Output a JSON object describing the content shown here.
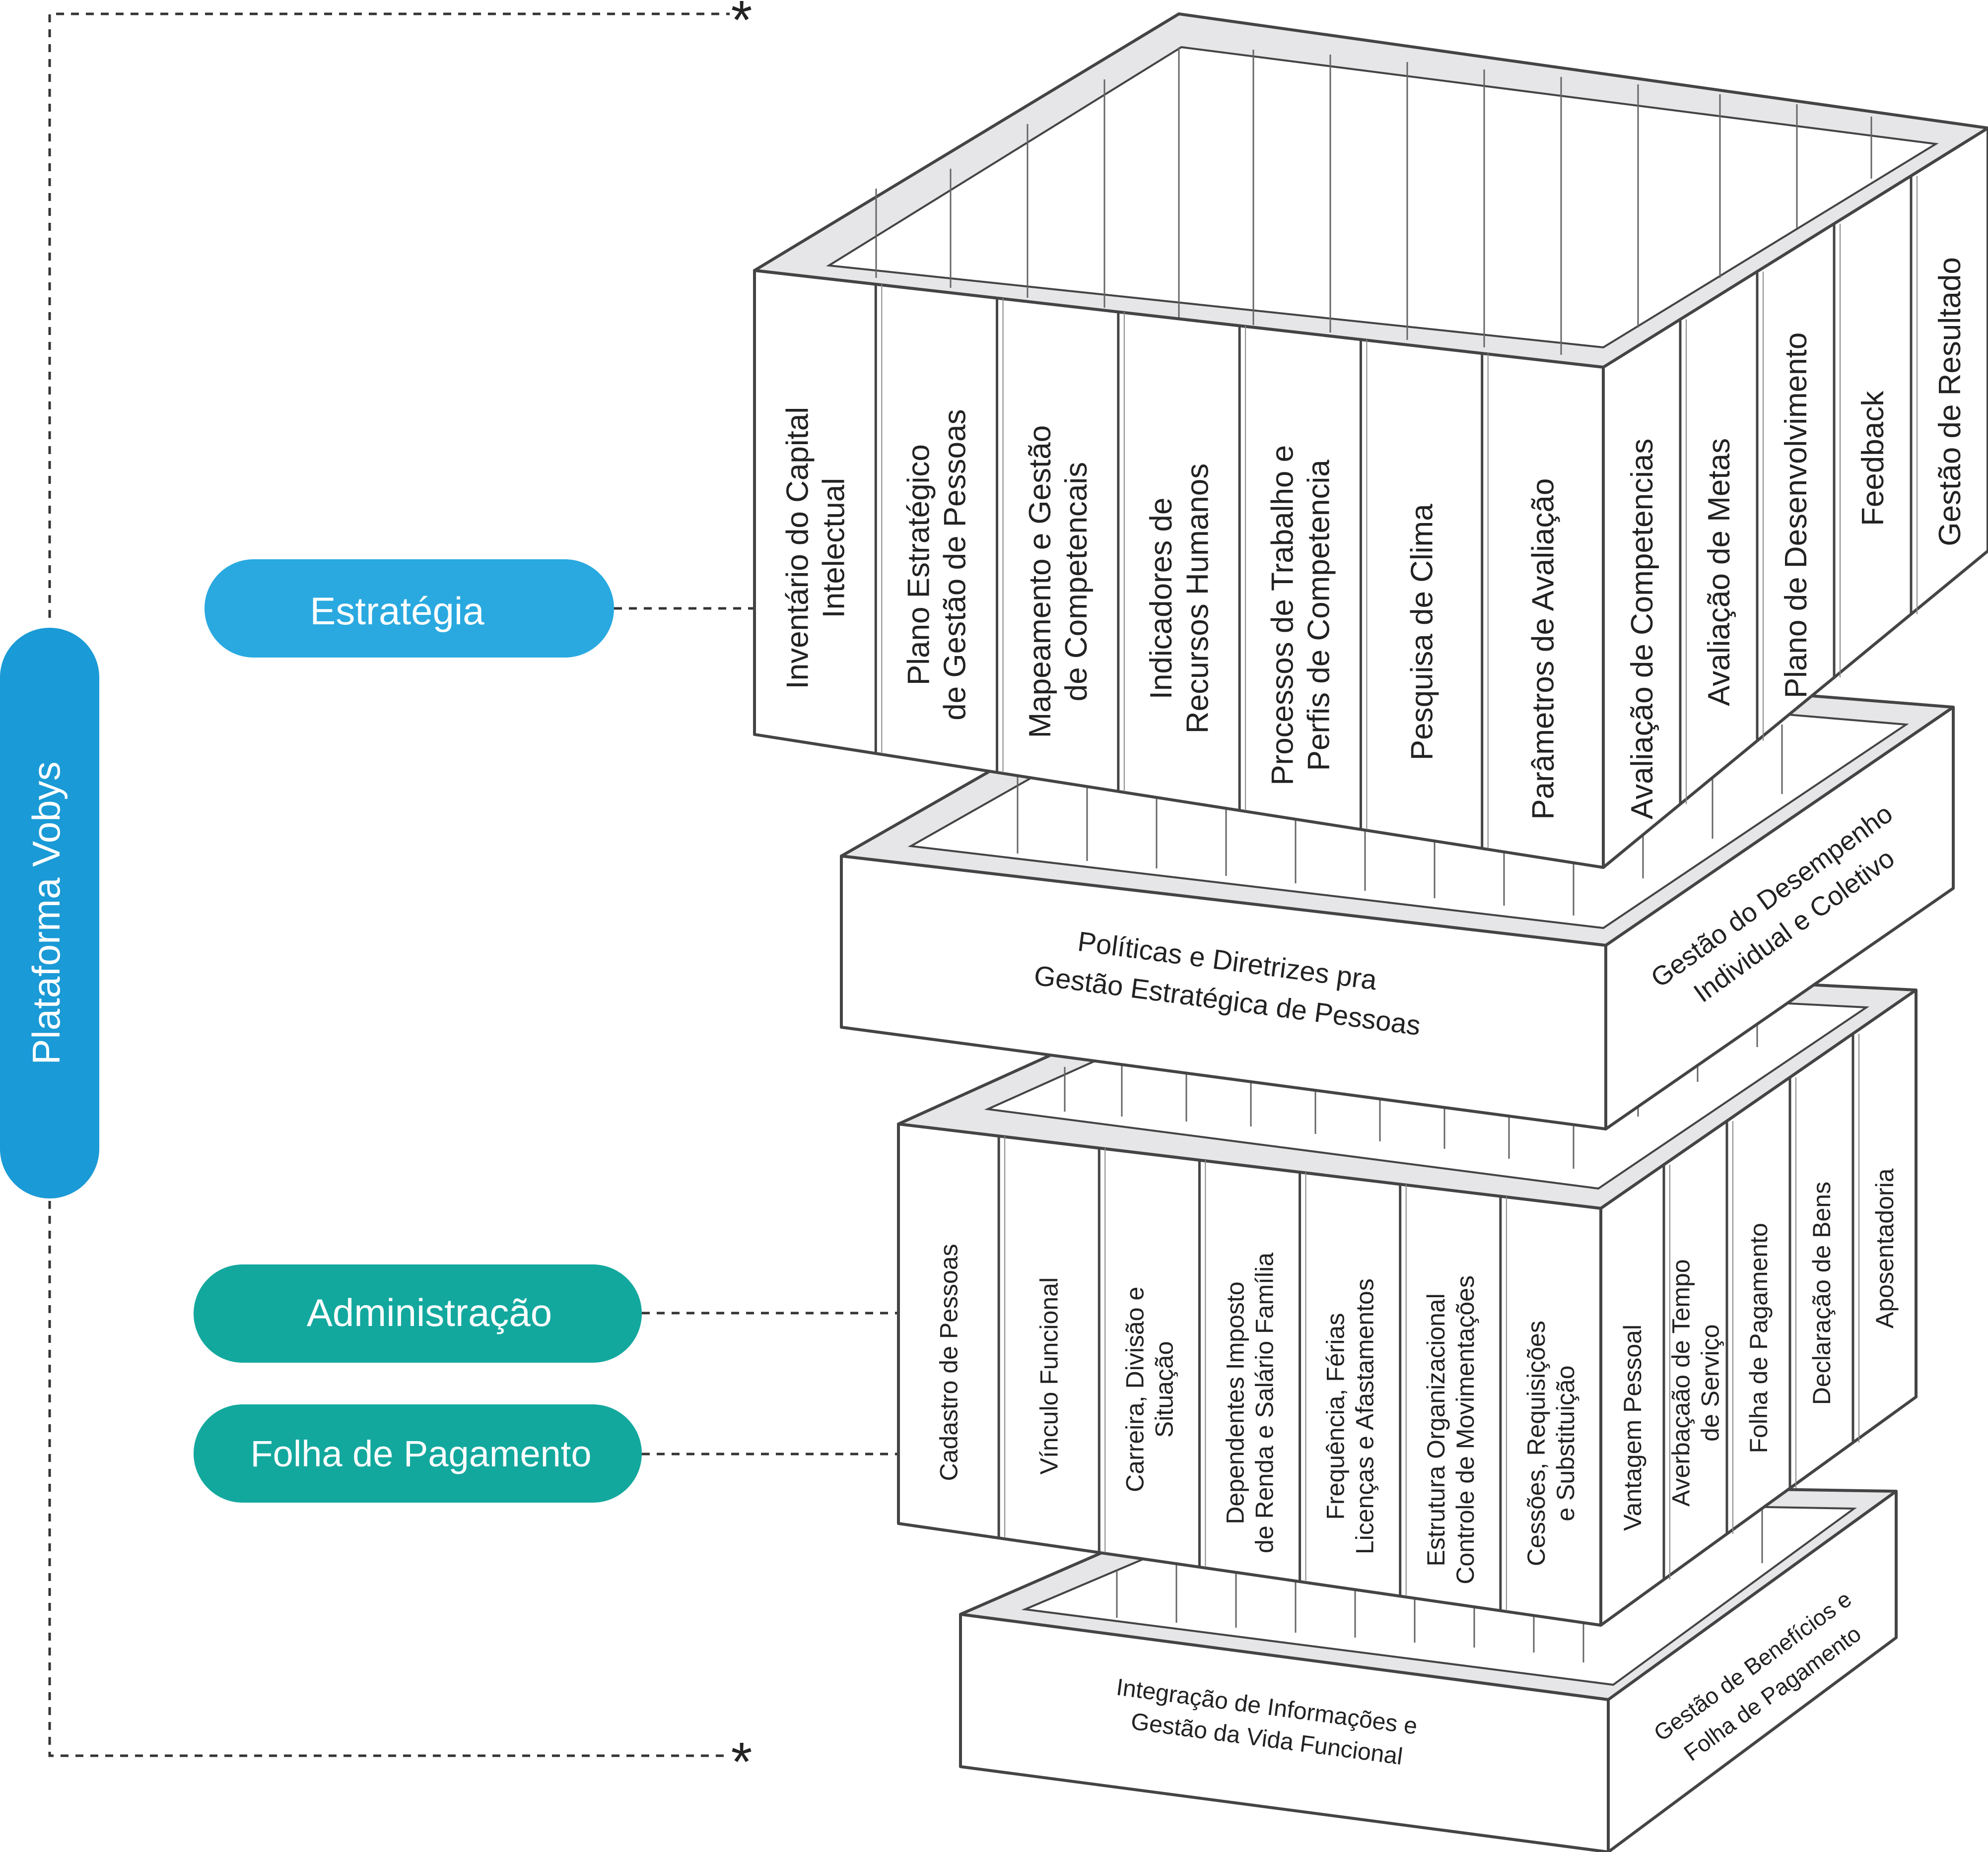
{
  "platform": {
    "label": "Plataforma Vobys",
    "color": "#1a9ad6",
    "marker": "*"
  },
  "pills": {
    "estrategia": {
      "label": "Estratégia",
      "color": "#29a9e0"
    },
    "administracao": {
      "label": "Administração",
      "color": "#13a89e"
    },
    "folha": {
      "label": "Folha de Pagamento",
      "color": "#13a89e"
    }
  },
  "blocks": {
    "strategy_box": {
      "front_modules": [
        [
          "Inventário do Capital",
          "Intelectual"
        ],
        [
          "Plano Estratégico",
          "de Gestão de Pessoas"
        ],
        [
          "Mapeamento e Gestão",
          "de Competencais"
        ],
        [
          "Indicadores de",
          "Recursos Humanos"
        ],
        [
          "Processos de Trabalho e",
          "Perfis de Competencia"
        ],
        [
          "Pesquisa de Clima"
        ],
        [
          "Parâmetros de Avaliação"
        ]
      ],
      "side_modules": [
        [
          "Avaliação de Competencias"
        ],
        [
          "Avaliação de Metas"
        ],
        [
          "Plano de Desenvolvimento"
        ],
        [
          "Feedback"
        ],
        [
          "Gestão de Resultado"
        ]
      ]
    },
    "strategy_base": {
      "front_lines": [
        "Políticas e Diretrizes pra",
        "Gestão Estratégica de Pessoas"
      ],
      "side_lines": [
        "Gestão do Desempenho",
        "Individual e Coletivo"
      ]
    },
    "admin_box": {
      "front_modules": [
        [
          "Cadastro de Pessoas"
        ],
        [
          "Vínculo Funcional"
        ],
        [
          "Carreira, Divisão e",
          "Situação"
        ],
        [
          "Dependentes Imposto",
          "de Renda e Salário Família"
        ],
        [
          "Frequência, Férias",
          "Licenças e Afastamentos"
        ],
        [
          "Estrutura Organizacional",
          "Controle de Movimentações"
        ],
        [
          "Cessões, Requisições",
          "e Substituição"
        ]
      ],
      "side_modules": [
        [
          "Vantagem Pessoal"
        ],
        [
          "Averbaçaão de Tempo",
          "de Serviço"
        ],
        [
          "Folha de Pagamento"
        ],
        [
          "Declaração de Bens"
        ],
        [
          "Aposentadoria"
        ]
      ]
    },
    "admin_base": {
      "front_lines": [
        "Integração de Informações e",
        "Gestão da Vida Funcional"
      ],
      "side_lines": [
        "Gestão de Benefícios e",
        "Folha de Pagamento"
      ]
    }
  }
}
